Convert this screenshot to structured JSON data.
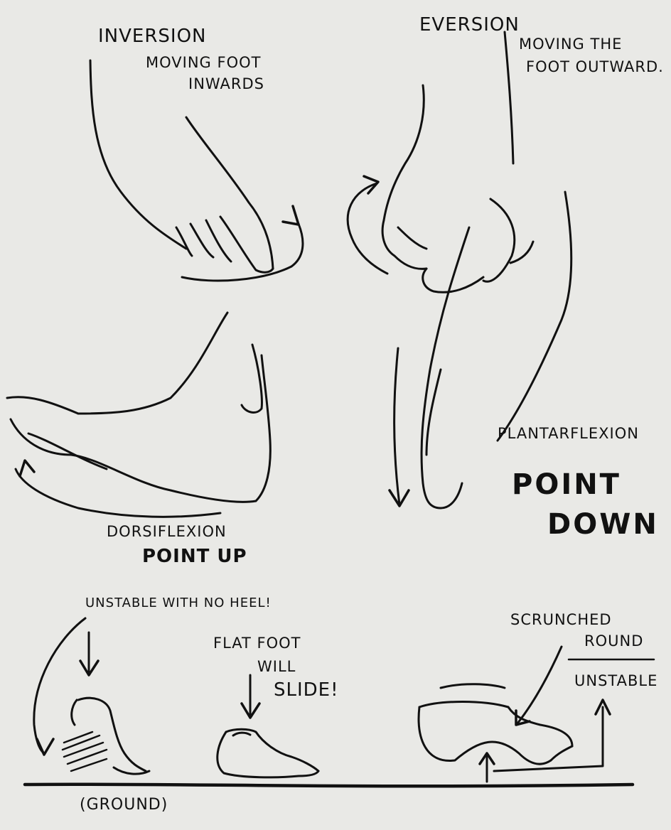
{
  "inversion": {
    "title": "INVERSION",
    "line1": "MOVING FOOT",
    "line2": "INWARDS"
  },
  "eversion": {
    "title": "EVERSION",
    "line1": "MOVING THE",
    "line2": "FOOT OUTWARD."
  },
  "plantarflexion": {
    "title": "PLANTARFLEXION",
    "line1": "POINT",
    "line2": "DOWN"
  },
  "dorsiflexion": {
    "title": "DORSIFLEXION",
    "subtitle": "POINT UP"
  },
  "unstable_heel": "UNSTABLE WITH NO HEEL!",
  "flat_foot": {
    "line1": "FLAT FOOT",
    "line2": "WILL",
    "line3": "SLIDE!"
  },
  "scrunched": {
    "line1": "SCRUNCHED",
    "line2": "ROUND",
    "line3": "UNSTABLE"
  },
  "ground_label": "(GROUND)",
  "ink_color": "#111111",
  "paper_color": "#e9e9e6"
}
